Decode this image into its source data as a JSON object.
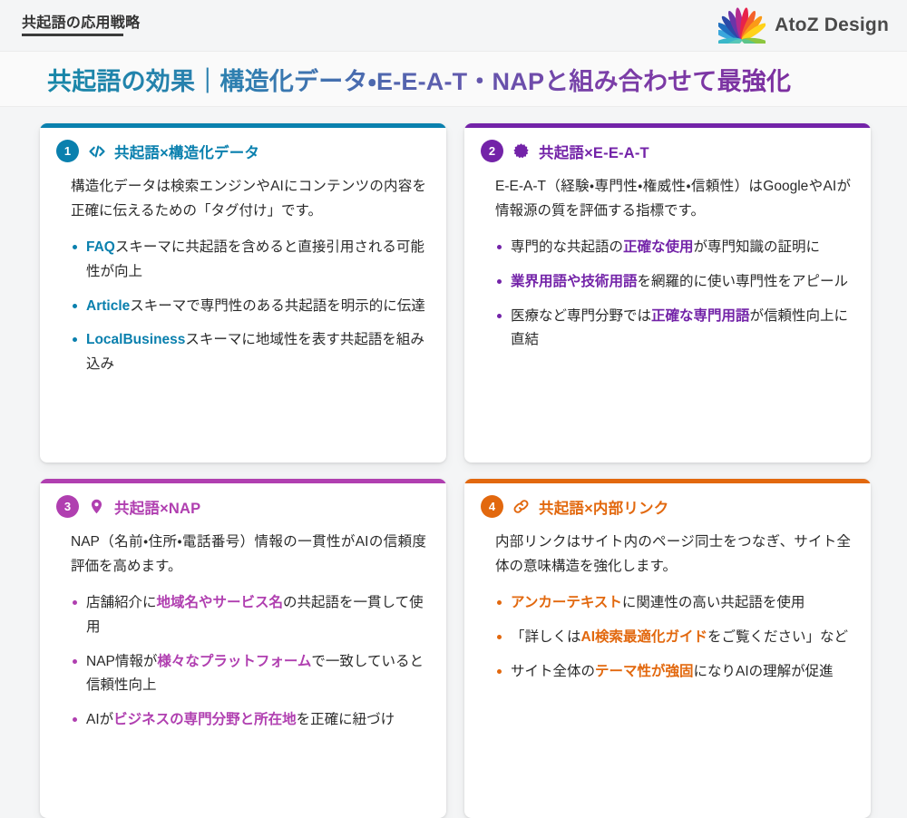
{
  "header": {
    "title": "共起語の応用戦略",
    "brand_name": "AtoZ Design",
    "logo_icon": "fan-logo-icon"
  },
  "banner": {
    "title": "共起語の効果｜構造化データ・E-E-A-T・NAPと組み合わせて最強化",
    "gradient_from": "#1787a8",
    "gradient_to": "#7c2fa0"
  },
  "cards": [
    {
      "number": "1",
      "accent": "#0a80ae",
      "icon": "code-brackets-icon",
      "icon_glyph": "</>",
      "title": "共起語×構造化データ",
      "lead": "構造化データは検索エンジンやAIにコンテンツの内容を正確に伝えるための「タグ付け」です。",
      "bullets": [
        {
          "highlight": "FAQ",
          "rest": "スキーマに共起語を含めると直接引用される可能性が向上"
        },
        {
          "highlight": "Article",
          "rest": "スキーマで専門性のある共起語を明示的に伝達"
        },
        {
          "highlight": "LocalBusiness",
          "rest": "スキーマに地域性を表す共起語を組み込み"
        }
      ]
    },
    {
      "number": "2",
      "accent": "#7323a8",
      "icon": "seal-badge-icon",
      "icon_glyph": "✹",
      "title": "共起語×E-E-A-T",
      "lead": "E-E-A-T（経験・専門性・権威性・信頼性）はGoogleやAIが情報源の質を評価する指標です。",
      "bullets": [
        {
          "pre": "専門的な共起語の",
          "highlight": "正確な使用",
          "rest": "が専門知識の証明に"
        },
        {
          "pre": "",
          "highlight": "業界用語や技術用語",
          "rest": "を網羅的に使い専門性をアピール"
        },
        {
          "pre": "医療など専門分野では",
          "highlight": "正確な専門用語",
          "rest": "が信頼性向上に直結"
        }
      ]
    },
    {
      "number": "3",
      "accent": "#b03fb0",
      "icon": "location-pin-icon",
      "icon_glyph": "📍",
      "title": "共起語×NAP",
      "lead": "NAP（名前・住所・電話番号）情報の一貫性がAIの信頼度評価を高めます。",
      "bullets": [
        {
          "pre": "店舗紹介に",
          "highlight": "地域名やサービス名",
          "rest": "の共起語を一貫して使用"
        },
        {
          "pre": "NAP情報が",
          "highlight": "様々なプラットフォーム",
          "rest": "で一致していると信頼性向上"
        },
        {
          "pre": "AIが",
          "highlight": "ビジネスの専門分野と所在地",
          "rest": "を正確に紐づけ"
        }
      ]
    },
    {
      "number": "4",
      "accent": "#e2680e",
      "icon": "link-chain-icon",
      "icon_glyph": "🔗",
      "title": "共起語×内部リンク",
      "lead": "内部リンクはサイト内のページ同士をつなぎ、サイト全体の意味構造を強化します。",
      "bullets": [
        {
          "pre": "",
          "highlight": "アンカーテキスト",
          "rest": "に関連性の高い共起語を使用"
        },
        {
          "pre": "「詳しくは",
          "highlight": "AI検索最適化ガイド",
          "rest": "をご覧ください」など"
        },
        {
          "pre": "サイト全体の",
          "highlight": "テーマ性が強固",
          "rest": "になりAIの理解が促進"
        }
      ]
    }
  ]
}
